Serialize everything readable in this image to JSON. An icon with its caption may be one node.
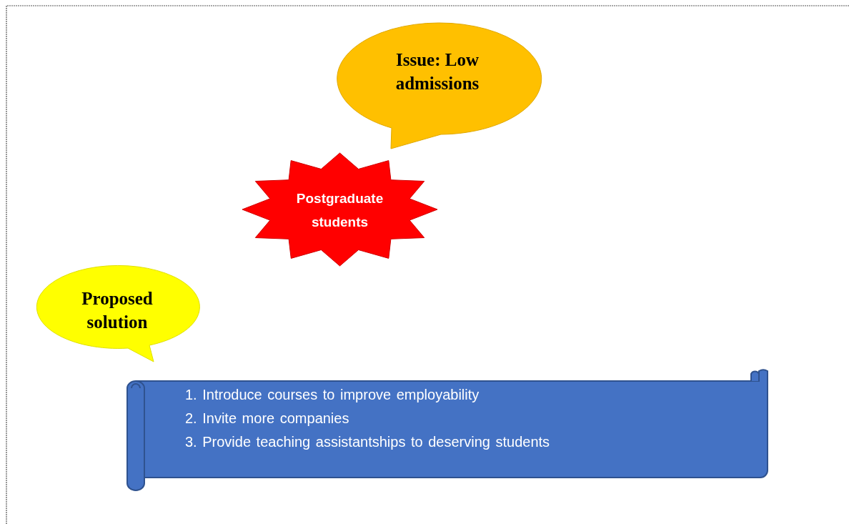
{
  "diagram": {
    "nodes": [
      {
        "text": [
          "Issue: Low admissions"
        ]
      },
      {
        "text": [
          "Postgraduate students"
        ]
      },
      {
        "text": [
          "Proposed solution"
        ]
      },
      {
        "text": [
          "1. Introduce courses to improve employability",
          "2. Invite more companies",
          "3. Provide teaching assistantships to deserving students"
        ]
      }
    ],
    "edges": []
  }
}
